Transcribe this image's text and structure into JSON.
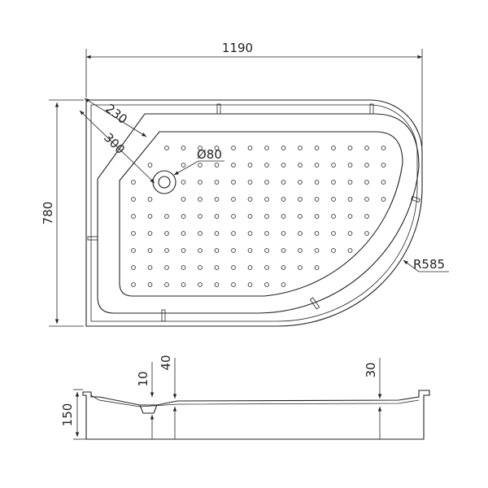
{
  "dimensions": {
    "width": "1190",
    "depth": "780",
    "corner_a": "230",
    "corner_b": "300",
    "drain_diameter": "Ø80",
    "radius": "R585",
    "height": "150",
    "rim_left": "10",
    "rim_left2": "40",
    "rim_right": "30"
  },
  "colors": {
    "line": "#222222",
    "background": "#ffffff"
  }
}
